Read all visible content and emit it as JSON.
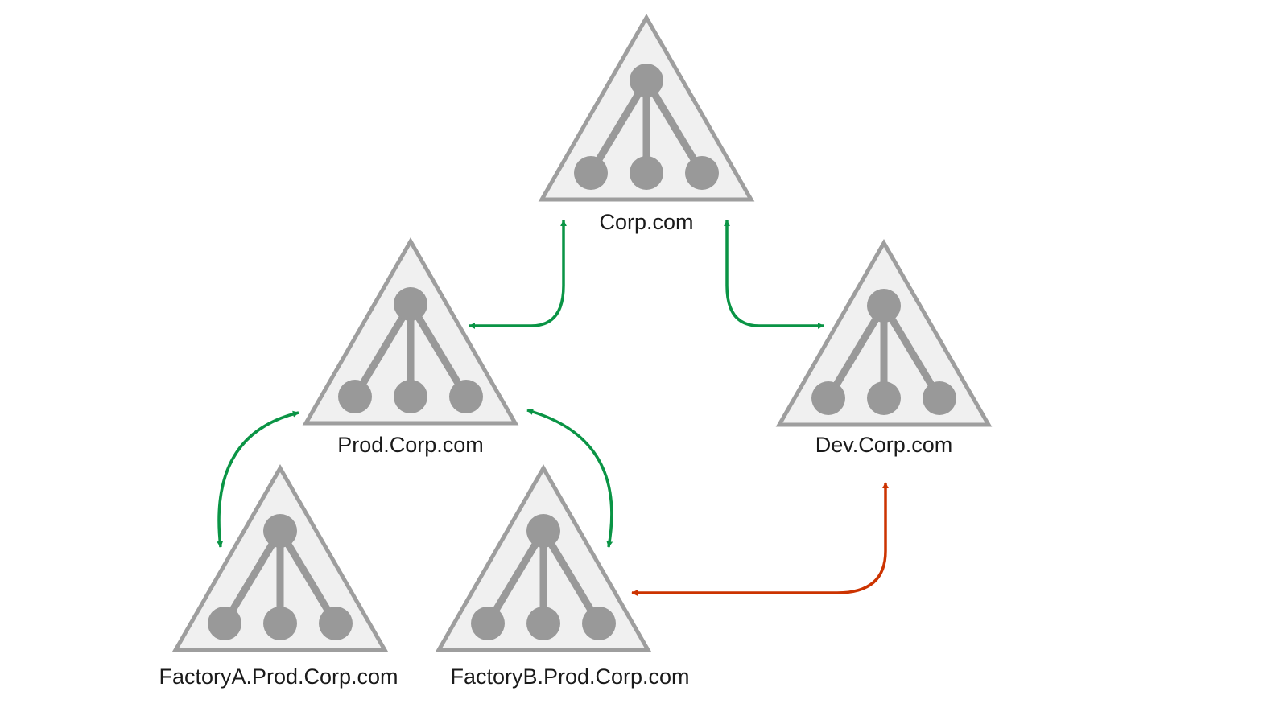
{
  "colors": {
    "triangle_fill": "#f0f0f0",
    "triangle_stroke": "#9e9e9e",
    "tree": "#999999",
    "trust_two_way": "#0a9445",
    "trust_one_way": "#cc3300",
    "label_text": "#1a1a1a"
  },
  "domains": [
    {
      "id": "corp",
      "icon": "domain-tree-icon",
      "label": "Corp.com"
    },
    {
      "id": "prod",
      "icon": "domain-tree-icon",
      "label": "Prod.Corp.com"
    },
    {
      "id": "dev",
      "icon": "domain-tree-icon",
      "label": "Dev.Corp.com"
    },
    {
      "id": "factorya",
      "icon": "domain-tree-icon",
      "label": "FactoryA.Prod.Corp.com"
    },
    {
      "id": "factoryb",
      "icon": "domain-tree-icon",
      "label": "FactoryB.Prod.Corp.com"
    }
  ],
  "trusts": [
    {
      "from": "corp",
      "to": "prod",
      "direction": "two-way",
      "color": "#0a9445"
    },
    {
      "from": "corp",
      "to": "dev",
      "direction": "two-way",
      "color": "#0a9445"
    },
    {
      "from": "prod",
      "to": "factorya",
      "direction": "two-way",
      "color": "#0a9445"
    },
    {
      "from": "prod",
      "to": "factoryb",
      "direction": "two-way",
      "color": "#0a9445"
    },
    {
      "from": "dev",
      "to": "factoryb",
      "direction": "two-way",
      "color": "#cc3300"
    }
  ]
}
